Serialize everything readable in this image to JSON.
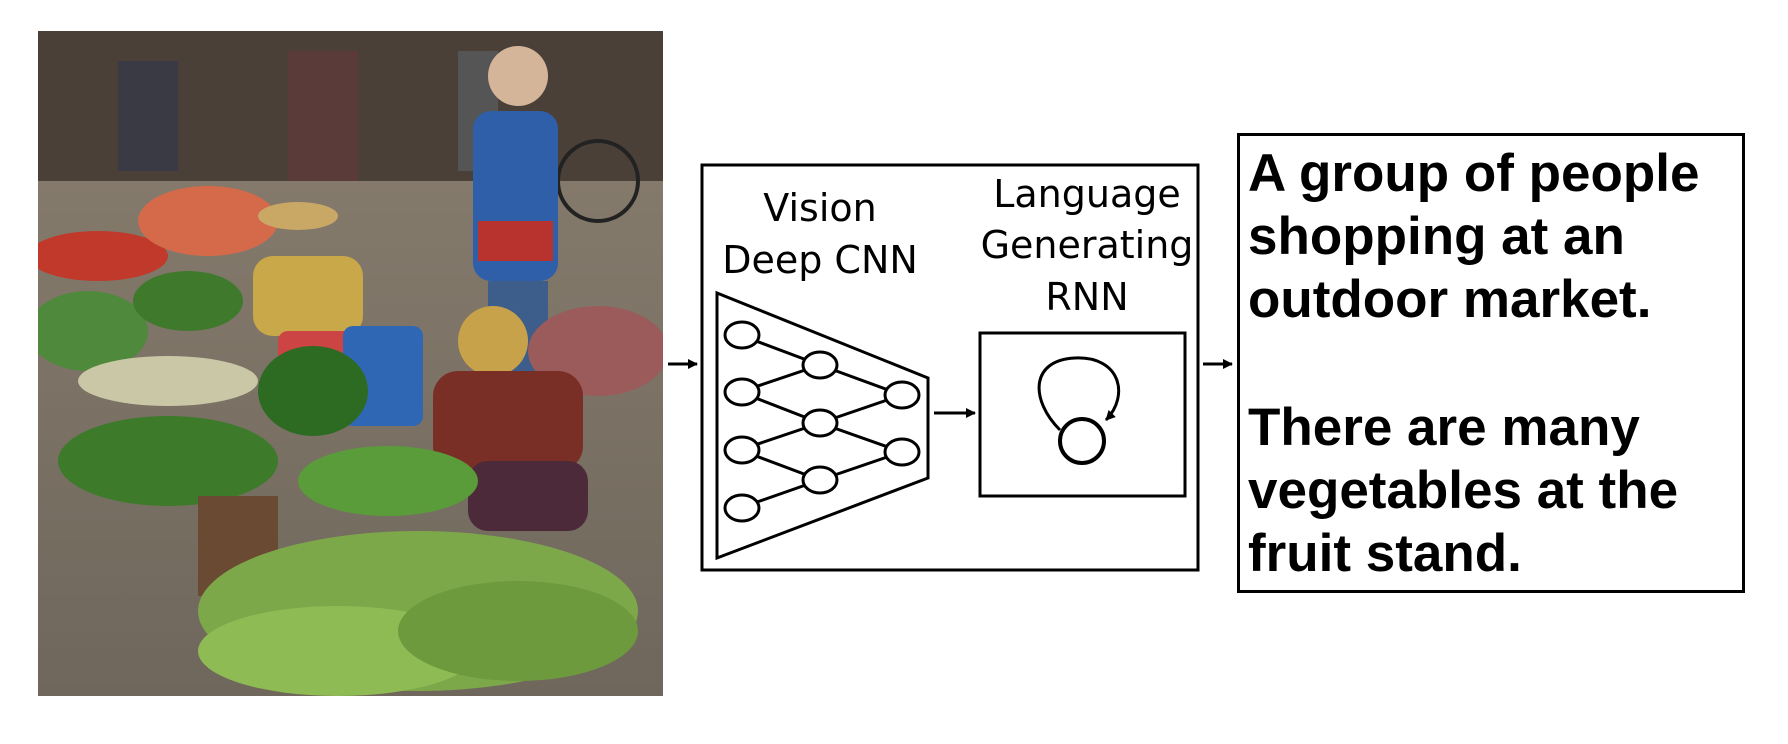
{
  "image": {
    "description_icon": "market-photo-icon"
  },
  "vision": {
    "line1": "Vision",
    "line2": "Deep CNN"
  },
  "language": {
    "line1": "Language",
    "line2": "Generating",
    "line3": "RNN"
  },
  "captions": [
    {
      "text": "A group of people\nshopping at an\noutdoor market."
    },
    {
      "text": "There are many\nvegetables at the\nfruit stand."
    }
  ],
  "colors": {
    "stroke": "#000000",
    "background": "#ffffff"
  }
}
